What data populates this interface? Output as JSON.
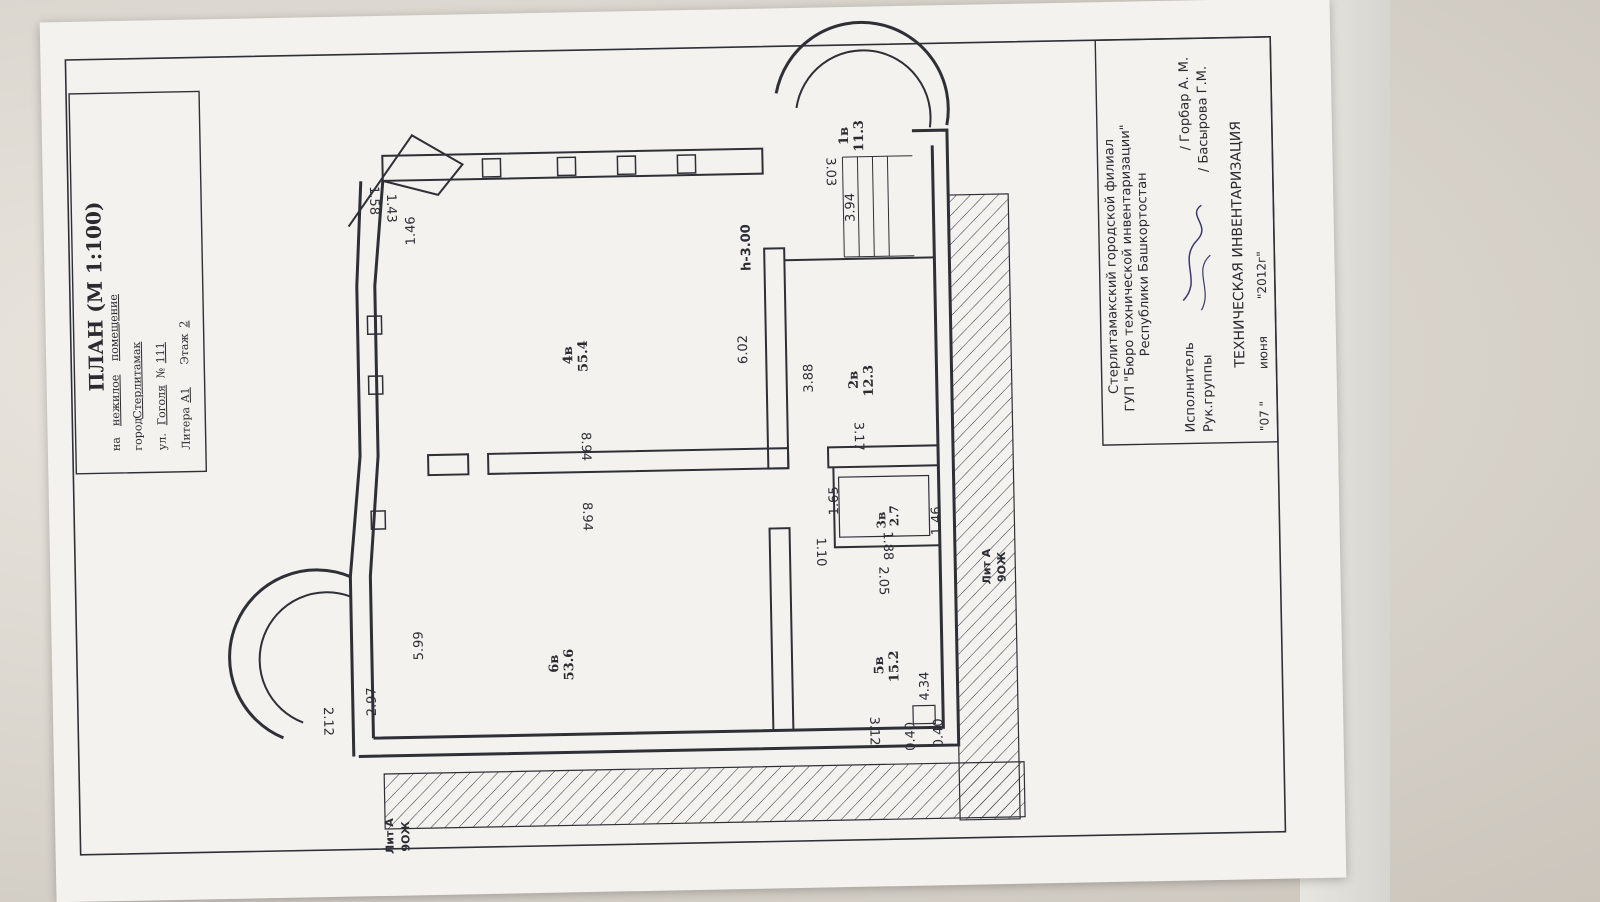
{
  "header": {
    "title": "ПЛАН (М 1:100)",
    "na_label": "на",
    "na_value": "нежилое",
    "na_value2": "помещение",
    "city_label": "город",
    "city_value": "Стерлитамак",
    "street_label": "ул.",
    "street_value": "Гоголя",
    "house_label": "№",
    "house_value": "111",
    "litera_label": "Литера",
    "litera_value": "А1",
    "floor_label": "Этаж",
    "floor_value": "2"
  },
  "rooms": [
    {
      "id": "1в",
      "area": "11.3"
    },
    {
      "id": "2в",
      "area": "12.3"
    },
    {
      "id": "3в",
      "area": "2.7"
    },
    {
      "id": "4в",
      "area": "55.4"
    },
    {
      "id": "5в",
      "area": "15.2"
    },
    {
      "id": "6в",
      "area": "53.6"
    }
  ],
  "dimensions": {
    "d_158": "1.58",
    "d_143": "1.43",
    "d_146_top": "1.46",
    "d_303": "3.03",
    "d_394": "3.94",
    "d_h300": "h-3.00",
    "d_602": "6.02",
    "d_388": "3.88",
    "d_894_a": "8.94",
    "d_894_b": "8.94",
    "d_317": "3.17",
    "d_165": "1.65",
    "d_110": "1.10",
    "d_188": "1.88",
    "d_146_b": "1.46",
    "d_205": "2.05",
    "d_599": "5.99",
    "d_434": "4.34",
    "d_297": "2.97",
    "d_212": "2.12",
    "d_312": "3.12",
    "d_040_a": "0.40",
    "d_040_b": "0.40"
  },
  "lit_labels": {
    "lit_a_1": "Лит А",
    "lit_a_1_sub": "9ОЖ",
    "lit_a_2": "Лит А",
    "lit_a_2_sub": "9ОЖ"
  },
  "stamp": {
    "org1": "Стерлитамакский городской филиал",
    "org2": "ГУП \"Бюро технической инвентаризации\"",
    "org3": "Республики Башкортостан",
    "executor_label": "Исполнитель",
    "executor_name": "/ Горбар А. М.",
    "head_label": "Рук.группы",
    "head_name": "/ Басырова Г.М.",
    "tech_title": "ТЕХНИЧЕСКАЯ ИНВЕНТАРИЗАЦИЯ",
    "date_day": "\"07 \"",
    "date_month": "июня",
    "date_year": "\"2012г\""
  }
}
